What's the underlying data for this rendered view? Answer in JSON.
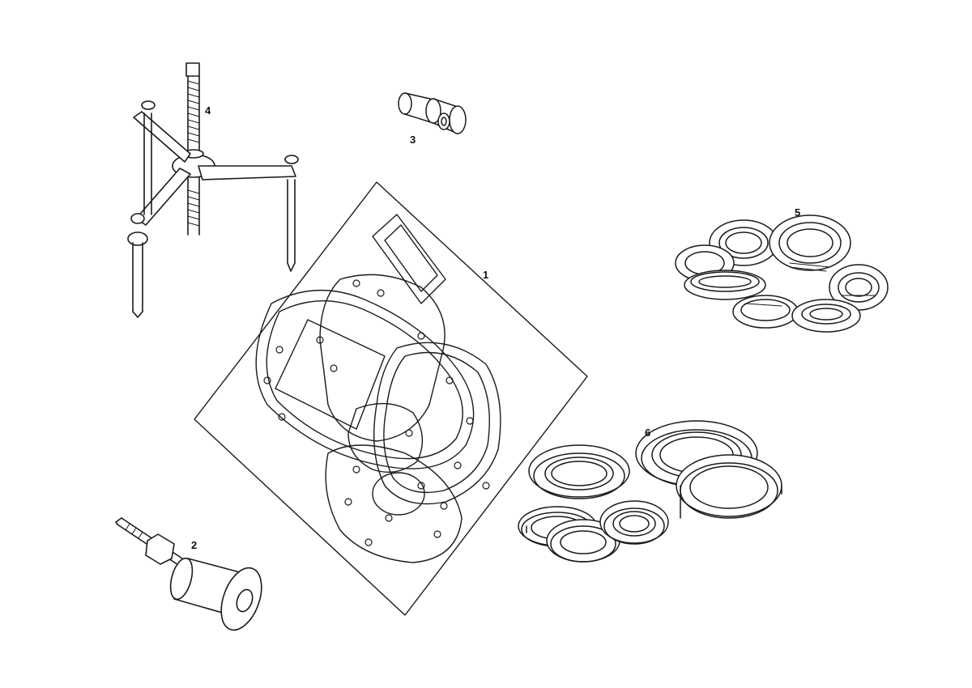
{
  "callouts": {
    "part1": "1",
    "part2": "2",
    "part3": "3",
    "part4": "4",
    "part5": "5",
    "part6": "6"
  },
  "line_color": "#1a1a1a",
  "background": "#ffffff"
}
